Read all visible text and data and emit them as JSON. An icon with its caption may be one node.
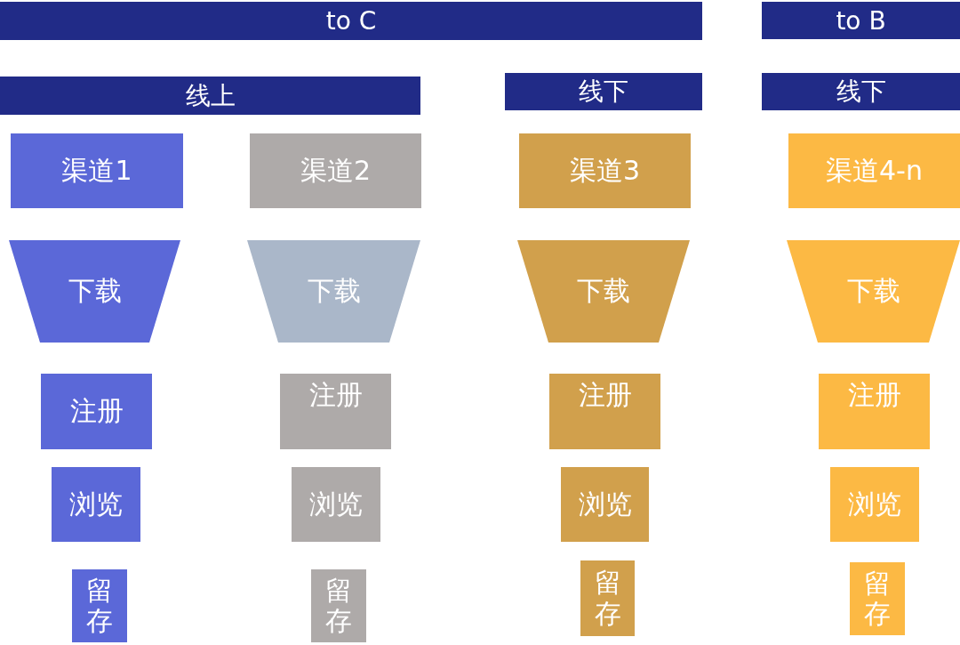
{
  "diagram": {
    "nodes": [
      {
        "text": [
          "to C"
        ]
      },
      {
        "text": [
          "to B"
        ]
      },
      {
        "text": [
          "线上"
        ]
      },
      {
        "text": [
          "线下"
        ]
      },
      {
        "text": [
          "线下"
        ]
      },
      {
        "text": [
          "渠道1"
        ]
      },
      {
        "text": [
          "渠道2"
        ]
      },
      {
        "text": [
          "渠道3"
        ]
      },
      {
        "text": [
          "渠道4-n"
        ]
      },
      {
        "text": [
          "下载"
        ]
      },
      {
        "text": [
          "下载"
        ]
      },
      {
        "text": [
          "下载"
        ]
      },
      {
        "text": [
          "下载"
        ]
      },
      {
        "text": [
          "注册"
        ]
      },
      {
        "text": [
          "注册"
        ]
      },
      {
        "text": [
          "注册"
        ]
      },
      {
        "text": [
          "注册"
        ]
      },
      {
        "text": [
          "浏览"
        ]
      },
      {
        "text": [
          "浏览"
        ]
      },
      {
        "text": [
          "浏览"
        ]
      },
      {
        "text": [
          "浏览"
        ]
      },
      {
        "text": [
          "留存"
        ]
      },
      {
        "text": [
          "留存"
        ]
      },
      {
        "text": [
          "留存"
        ]
      },
      {
        "text": [
          "留存"
        ]
      }
    ]
  }
}
